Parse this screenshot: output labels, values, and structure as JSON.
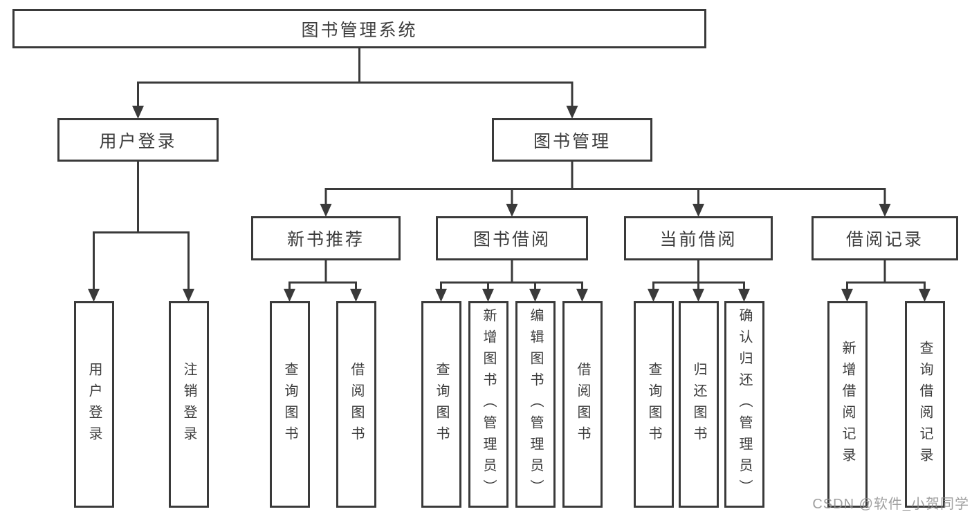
{
  "tree": {
    "label": "图书管理系统",
    "children": [
      {
        "label": "用户登录",
        "children": [
          {
            "label": "用户登录"
          },
          {
            "label": "注销登录"
          }
        ]
      },
      {
        "label": "图书管理",
        "children": [
          {
            "label": "新书推荐",
            "children": [
              {
                "label": "查询图书"
              },
              {
                "label": "借阅图书"
              }
            ]
          },
          {
            "label": "图书借阅",
            "children": [
              {
                "label": "查询图书"
              },
              {
                "label": "新增图书（管理员）"
              },
              {
                "label": "编辑图书（管理员）"
              },
              {
                "label": "借阅图书"
              }
            ]
          },
          {
            "label": "当前借阅",
            "children": [
              {
                "label": "查询图书"
              },
              {
                "label": "归还图书"
              },
              {
                "label": "确认归还（管理员）"
              }
            ]
          },
          {
            "label": "借阅记录",
            "children": [
              {
                "label": "新增借阅记录"
              },
              {
                "label": "查询借阅记录"
              }
            ]
          }
        ]
      }
    ]
  },
  "watermark": "CSDN @软件_小贺同学",
  "colors": {
    "line": "#3a3a3a",
    "text": "#3d3d3d",
    "background": "#ffffff",
    "watermark": "#8f8f8f"
  }
}
